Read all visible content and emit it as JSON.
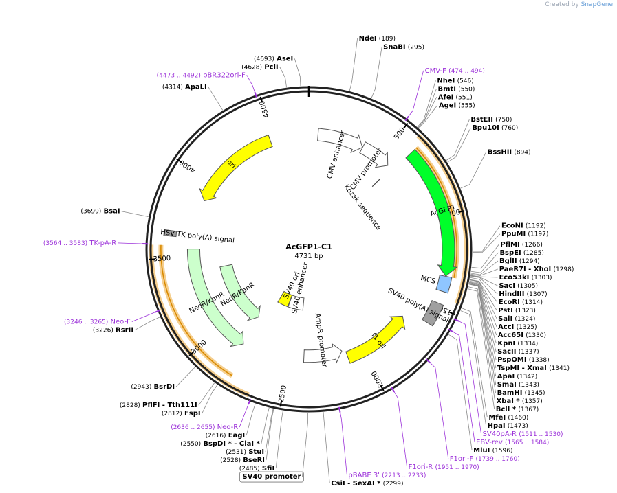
{
  "credit": {
    "prefix": "Created by",
    "brand": "SnapGene"
  },
  "plasmid": {
    "name": "AcGFP1-C1",
    "length_label": "4731 bp",
    "total": 4731
  },
  "ticks": [
    {
      "pos": 500,
      "label": "500"
    },
    {
      "pos": 1000,
      "label": "1000"
    },
    {
      "pos": 1500,
      "label": "1500"
    },
    {
      "pos": 2000,
      "label": "2000"
    },
    {
      "pos": 2500,
      "label": "2500"
    },
    {
      "pos": 3000,
      "label": "3000"
    },
    {
      "pos": 3500,
      "label": "3500"
    },
    {
      "pos": 4000,
      "label": "4000"
    },
    {
      "pos": 4500,
      "label": "4500"
    }
  ],
  "features": [
    {
      "name": "CMV enhancer",
      "label": "CMV enhancer",
      "start": 60,
      "end": 364,
      "track": 0.71,
      "color": "#ffffff",
      "dir": 1,
      "label_mode": "inside"
    },
    {
      "name": "CMV promoter",
      "label": "CMV promoter",
      "start": 365,
      "end": 568,
      "track": 0.71,
      "color": "#ffffff",
      "dir": 1,
      "label_mode": "inside"
    },
    {
      "name": "AcGFP1",
      "label": "AcGFP1",
      "start": 613,
      "end": 1329,
      "track": 0.86,
      "color": "#00ff2a",
      "dir": 1,
      "label_mode": "on"
    },
    {
      "name": "MCS",
      "label": "MCS",
      "start": 1330,
      "end": 1413,
      "track": 0.86,
      "color": "#8fc6ff",
      "dir": 0,
      "label_mode": "inside"
    },
    {
      "name": "SV40 poly(A) signal",
      "label": "SV40 poly(A) signal",
      "start": 1480,
      "end": 1601,
      "track": 0.86,
      "color": "#a0a0a0",
      "dir": 0,
      "label_mode": "inside"
    },
    {
      "name": "f1 ori",
      "label": "f1 ori",
      "start": 1650,
      "end": 2105,
      "track": 0.71,
      "color": "#ffff00",
      "dir": -1,
      "label_mode": "on"
    },
    {
      "name": "AmpR promoter",
      "label": "AmpR promoter",
      "start": 2130,
      "end": 2400,
      "track": 0.66,
      "color": "#ffffff",
      "dir": -1,
      "label_mode": "outside"
    },
    {
      "name": "SV40 enhancer",
      "label": "SV40 enhancer",
      "start": 2440,
      "end": 2625,
      "track": 0.34,
      "color": "#ffffff",
      "dir": 0,
      "label_mode": "outside"
    },
    {
      "name": "SV40 ori",
      "label": "SV40 ori",
      "start": 2630,
      "end": 2765,
      "track": 0.34,
      "color": "#ffff00",
      "dir": 0,
      "label_mode": "outside"
    },
    {
      "name": "NeoR/KanR",
      "label": "NeoR/KanR",
      "start": 2820,
      "end": 3550,
      "track": 0.71,
      "color": "#ccffcc",
      "dir": -1,
      "label_mode": "on"
    },
    {
      "name": "NeoR/KanR inner",
      "label": "NeoR/KanR",
      "start": 2845,
      "end": 3400,
      "track": 0.52,
      "color": "#ccffcc",
      "dir": -1,
      "label_mode": "on"
    },
    {
      "name": "HSV TK poly(A) signal",
      "label": "HSV TK poly(A) signal",
      "start": 3620,
      "end": 3650,
      "track": 0.86,
      "color": "#a0a0a0",
      "dir": 0,
      "label_mode": "inside_long"
    },
    {
      "name": "ori",
      "label": "ori",
      "start": 3875,
      "end": 4475,
      "track": 0.71,
      "color": "#ffff00",
      "dir": -1,
      "label_mode": "on"
    }
  ],
  "kozak": {
    "pos": 595,
    "label": "Kozak sequence"
  },
  "orfs": [
    {
      "start": 575,
      "end": 1450,
      "track": 1.13
    },
    {
      "start": 611,
      "end": 1330,
      "track": 1.06
    },
    {
      "start": 2660,
      "end": 3570,
      "track": 1.13
    },
    {
      "start": 2775,
      "end": 3570,
      "track": 1.06
    }
  ],
  "sites": [
    {
      "name": "NdeI",
      "pos": "(189)",
      "loc": 189,
      "color": "#000000",
      "nameFirst": true
    },
    {
      "name": "SnaBI",
      "pos": "(295)",
      "loc": 295,
      "color": "#000000",
      "nameFirst": true
    },
    {
      "name": "CMV-F",
      "pos": "(474 .. 494)",
      "loc": 484,
      "color": "#9b30d9",
      "nameFirst": true
    },
    {
      "name": "NheI",
      "pos": "(546)",
      "loc": 546,
      "color": "#000000",
      "nameFirst": true
    },
    {
      "name": "BmtI",
      "pos": "(550)",
      "loc": 550,
      "color": "#000000",
      "nameFirst": true
    },
    {
      "name": "AfeI",
      "pos": "(551)",
      "loc": 551,
      "color": "#000000",
      "nameFirst": true
    },
    {
      "name": "AgeI",
      "pos": "(555)",
      "loc": 555,
      "color": "#000000",
      "nameFirst": true
    },
    {
      "name": "BstEII",
      "pos": "(750)",
      "loc": 750,
      "color": "#000000",
      "nameFirst": true
    },
    {
      "name": "Bpu10I",
      "pos": "(760)",
      "loc": 760,
      "color": "#000000",
      "nameFirst": true
    },
    {
      "name": "BssHII",
      "pos": "(894)",
      "loc": 894,
      "color": "#000000",
      "nameFirst": true
    },
    {
      "name": "EcoNI",
      "pos": "(1192)",
      "loc": 1192,
      "color": "#000000",
      "nameFirst": true
    },
    {
      "name": "PpuMI",
      "pos": "(1197)",
      "loc": 1197,
      "color": "#000000",
      "nameFirst": true
    },
    {
      "name": "PflMI",
      "pos": "(1266)",
      "loc": 1266,
      "color": "#000000",
      "nameFirst": true
    },
    {
      "name": "BspEI",
      "pos": "(1285)",
      "loc": 1285,
      "color": "#000000",
      "nameFirst": true
    },
    {
      "name": "BglII",
      "pos": "(1294)",
      "loc": 1294,
      "color": "#000000",
      "nameFirst": true
    },
    {
      "name": "PaeR7I  - XhoI",
      "pos": "(1298)",
      "loc": 1298,
      "color": "#000000",
      "nameFirst": true
    },
    {
      "name": "Eco53kI",
      "pos": "(1303)",
      "loc": 1303,
      "color": "#000000",
      "nameFirst": true
    },
    {
      "name": "SacI",
      "pos": "(1305)",
      "loc": 1305,
      "color": "#000000",
      "nameFirst": true
    },
    {
      "name": "HindIII",
      "pos": "(1307)",
      "loc": 1307,
      "color": "#000000",
      "nameFirst": true
    },
    {
      "name": "EcoRI",
      "pos": "(1314)",
      "loc": 1314,
      "color": "#000000",
      "nameFirst": true
    },
    {
      "name": "PstI",
      "pos": "(1323)",
      "loc": 1323,
      "color": "#000000",
      "nameFirst": true
    },
    {
      "name": "SalI",
      "pos": "(1324)",
      "loc": 1324,
      "color": "#000000",
      "nameFirst": true
    },
    {
      "name": "AccI",
      "pos": "(1325)",
      "loc": 1325,
      "color": "#000000",
      "nameFirst": true
    },
    {
      "name": "Acc65I",
      "pos": "(1330)",
      "loc": 1330,
      "color": "#000000",
      "nameFirst": true
    },
    {
      "name": "KpnI",
      "pos": "(1334)",
      "loc": 1334,
      "color": "#000000",
      "nameFirst": true
    },
    {
      "name": "SacII",
      "pos": "(1337)",
      "loc": 1337,
      "color": "#000000",
      "nameFirst": true
    },
    {
      "name": "PspOMI",
      "pos": "(1338)",
      "loc": 1338,
      "color": "#000000",
      "nameFirst": true
    },
    {
      "name": "TspMI  - XmaI",
      "pos": "(1341)",
      "loc": 1341,
      "color": "#000000",
      "nameFirst": true
    },
    {
      "name": "ApaI",
      "pos": "(1342)",
      "loc": 1342,
      "color": "#000000",
      "nameFirst": true
    },
    {
      "name": "SmaI",
      "pos": "(1343)",
      "loc": 1343,
      "color": "#000000",
      "nameFirst": true
    },
    {
      "name": "BamHI",
      "pos": "(1345)",
      "loc": 1345,
      "color": "#000000",
      "nameFirst": true
    },
    {
      "name": "XbaI *",
      "pos": "(1357)",
      "loc": 1357,
      "color": "#000000",
      "nameFirst": true
    },
    {
      "name": "BclI *",
      "pos": "(1367)",
      "loc": 1367,
      "color": "#000000",
      "nameFirst": true
    },
    {
      "name": "MfeI",
      "pos": "(1460)",
      "loc": 1460,
      "color": "#000000",
      "nameFirst": true
    },
    {
      "name": "HpaI",
      "pos": "(1473)",
      "loc": 1473,
      "color": "#000000",
      "nameFirst": true
    },
    {
      "name": "SV40pA-R",
      "pos": "(1511 .. 1530)",
      "loc": 1520,
      "color": "#9b30d9",
      "nameFirst": true
    },
    {
      "name": "EBV-rev",
      "pos": "(1565 .. 1584)",
      "loc": 1575,
      "color": "#9b30d9",
      "nameFirst": true
    },
    {
      "name": "MluI",
      "pos": "(1596)",
      "loc": 1596,
      "color": "#000000",
      "nameFirst": true
    },
    {
      "name": "F1ori-F",
      "pos": "(1739 .. 1760)",
      "loc": 1750,
      "color": "#9b30d9",
      "nameFirst": true
    },
    {
      "name": "F1ori-R",
      "pos": "(1951 .. 1970)",
      "loc": 1960,
      "color": "#9b30d9",
      "nameFirst": true
    },
    {
      "name": "pBABE 3'",
      "pos": "(2213 .. 2233)",
      "loc": 2223,
      "color": "#9b30d9",
      "nameFirst": true
    },
    {
      "name": "CsiI  - SexAI *",
      "pos": "(2299)",
      "loc": 2299,
      "color": "#000000",
      "nameFirst": true
    },
    {
      "name": "SV40 promoter",
      "pos": "",
      "loc": 2370,
      "color": "#000000",
      "nameFirst": true,
      "boxed": true
    },
    {
      "name": "SfiI",
      "pos": "(2485)",
      "loc": 2485,
      "color": "#000000",
      "nameFirst": false
    },
    {
      "name": "BseRI",
      "pos": "(2528)",
      "loc": 2528,
      "color": "#000000",
      "nameFirst": false
    },
    {
      "name": "StuI",
      "pos": "(2531)",
      "loc": 2531,
      "color": "#000000",
      "nameFirst": false
    },
    {
      "name": "BspDI *  - ClaI *",
      "pos": "(2550)",
      "loc": 2550,
      "color": "#000000",
      "nameFirst": false
    },
    {
      "name": "EagI",
      "pos": "(2616)",
      "loc": 2616,
      "color": "#000000",
      "nameFirst": false
    },
    {
      "name": "Neo-R",
      "pos": "(2636 .. 2655)",
      "loc": 2645,
      "color": "#9b30d9",
      "nameFirst": false
    },
    {
      "name": "FspI",
      "pos": "(2812)",
      "loc": 2812,
      "color": "#000000",
      "nameFirst": false
    },
    {
      "name": "PflFI  - Tth111I",
      "pos": "(2828)",
      "loc": 2828,
      "color": "#000000",
      "nameFirst": false
    },
    {
      "name": "BsrDI",
      "pos": "(2943)",
      "loc": 2943,
      "color": "#000000",
      "nameFirst": false
    },
    {
      "name": "RsrII",
      "pos": "(3226)",
      "loc": 3226,
      "color": "#000000",
      "nameFirst": false
    },
    {
      "name": "Neo-F",
      "pos": "(3246 .. 3265)",
      "loc": 3255,
      "color": "#9b30d9",
      "nameFirst": false
    },
    {
      "name": "TK-pA-R",
      "pos": "(3564 .. 3583)",
      "loc": 3573,
      "color": "#9b30d9",
      "nameFirst": false
    },
    {
      "name": "BsaI",
      "pos": "(3699)",
      "loc": 3699,
      "color": "#000000",
      "nameFirst": false
    },
    {
      "name": "ApaLI",
      "pos": "(4314)",
      "loc": 4314,
      "color": "#000000",
      "nameFirst": false
    },
    {
      "name": "pBR322ori-F",
      "pos": "(4473 .. 4492)",
      "loc": 4482,
      "color": "#9b30d9",
      "nameFirst": false
    },
    {
      "name": "PciI",
      "pos": "(4628)",
      "loc": 4628,
      "color": "#000000",
      "nameFirst": false
    },
    {
      "name": "AseI",
      "pos": "(4693)",
      "loc": 4693,
      "color": "#000000",
      "nameFirst": true
    }
  ]
}
